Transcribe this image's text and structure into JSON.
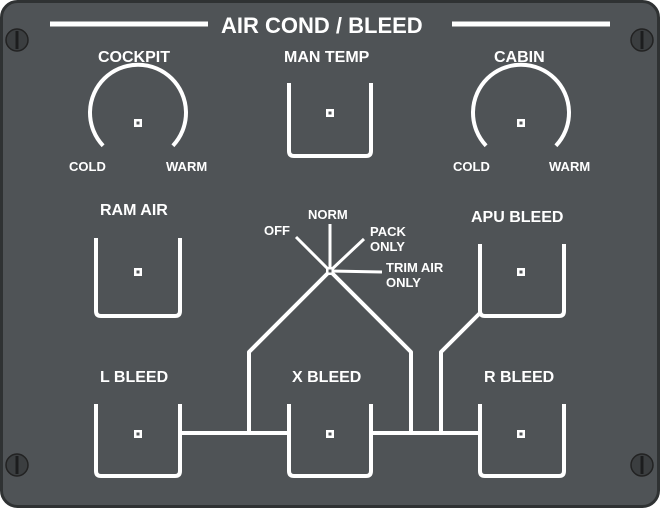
{
  "panel": {
    "title": "AIR COND / BLEED",
    "colors": {
      "panel": "#4f5356",
      "border": "#2f3233",
      "marking": "#ffffff"
    }
  },
  "controls": {
    "cockpit": {
      "label": "COCKPIT",
      "min_label": "COLD",
      "max_label": "WARM"
    },
    "man_temp": {
      "label": "MAN TEMP"
    },
    "cabin": {
      "label": "CABIN",
      "min_label": "COLD",
      "max_label": "WARM"
    },
    "ram_air": {
      "label": "RAM AIR"
    },
    "apu_bleed": {
      "label": "APU BLEED"
    },
    "l_bleed": {
      "label": "L BLEED"
    },
    "x_bleed": {
      "label": "X BLEED"
    },
    "r_bleed": {
      "label": "R BLEED"
    },
    "pack_selector": {
      "positions": {
        "off": "OFF",
        "norm": "NORM",
        "pack_only_1": "PACK",
        "pack_only_2": "ONLY",
        "trim_air_only_1": "TRIM AIR",
        "trim_air_only_2": "ONLY"
      }
    }
  },
  "icons": [
    "screw-icon",
    "knob-center-icon"
  ]
}
